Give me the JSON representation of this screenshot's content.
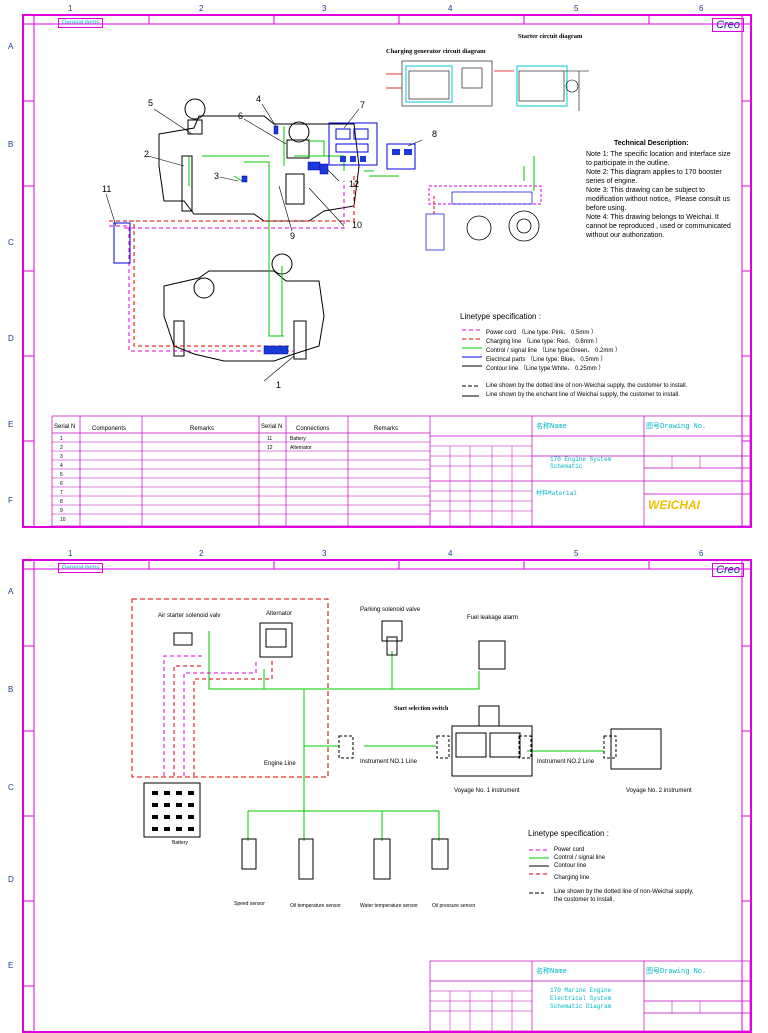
{
  "frame": {
    "columns": [
      "1",
      "2",
      "3",
      "4",
      "5",
      "6"
    ],
    "rows_top": [
      "A",
      "B",
      "C",
      "D",
      "E",
      "F"
    ],
    "rows_bottom": [
      "A",
      "B",
      "C",
      "D",
      "E"
    ],
    "brand": "Creo",
    "general_note": "General items"
  },
  "sheet1": {
    "charging_title": "Charging generator circuit diagram",
    "starter_title": "Starter circuit diagram",
    "tech_heading": "Technical Description:",
    "notes": [
      "Note 1: The specific location and interface size",
      "to participate in the outline.",
      "Note 2: This diagram applies to 170 booster",
      "series of engine.",
      "Note 3: This drawing can be subject to",
      "modification without notice。Please consult us",
      "before using.",
      "Note 4: This drawing belongs to Weichai. It",
      "cannot be reproduced , used or communicated",
      "without our authorization."
    ],
    "callouts": [
      "1",
      "2",
      "3",
      "4",
      "5",
      "6",
      "7",
      "8",
      "9",
      "10",
      "11",
      "12"
    ],
    "linetype_title": "Linetype specification :",
    "linetypes": [
      {
        "label": "Power cord （Line type: Pink、 0.5mm ）",
        "color": "#e000e0",
        "dash": "4,3"
      },
      {
        "label": "Charging line （Line type: Red、 0.8mm ）",
        "color": "#e00000",
        "dash": "4,3"
      },
      {
        "label": "Control / signal line （Line type:Green、 0.2mm ）",
        "color": "#00c800",
        "dash": ""
      },
      {
        "label": "Electrical parts （Line type: Blue、 0.5mm ）",
        "color": "#0000e0",
        "dash": ""
      },
      {
        "label": "Contour line （Line type:White、 0.25mm ）",
        "color": "#000000",
        "dash": ""
      }
    ],
    "supply_notes": [
      "Line shown by the dotted line of non-Weichai supply, the customer to install.",
      "Line shown by the enchant line of Weichai supply, the customer to install."
    ],
    "table_headers": [
      "Serial N",
      "Components",
      "Remarks",
      "Serial N",
      "Connections",
      "Remarks"
    ],
    "rows": [
      [
        "1",
        "",
        "",
        "11",
        "Battery",
        ""
      ],
      [
        "2",
        "",
        "",
        "12",
        "Alternator",
        ""
      ],
      [
        "3",
        "",
        "",
        "",
        "",
        ""
      ],
      [
        "4",
        "",
        "",
        "",
        "",
        ""
      ],
      [
        "5",
        "",
        "",
        "",
        "",
        ""
      ],
      [
        "6",
        "",
        "",
        "",
        "",
        ""
      ],
      [
        "7",
        "",
        "",
        "",
        "",
        ""
      ],
      [
        "8",
        "",
        "",
        "",
        "",
        ""
      ],
      [
        "9",
        "",
        "",
        "",
        "",
        ""
      ],
      [
        "10",
        "",
        "",
        "",
        "",
        ""
      ]
    ],
    "title_block": {
      "name_label": "名称Name",
      "drawing_no_label": "图号Drawing No.",
      "title": "170 Engine System Schematic",
      "material_label": "材料Material",
      "logo": "WEICHAI"
    }
  },
  "sheet2": {
    "components": {
      "air_starter": "Air starter solenoid valv",
      "alternator": "Alternator",
      "parking": "Parking solenoid valve",
      "fuel_leak": "Fuel leakage alarm",
      "start_switch": "Start selection switch",
      "engine_line": "Engine Line",
      "instr1_line": "Instrument NO.1 Line",
      "instr2_line": "Instrument NO.2 Line",
      "voyage1": "Voyage No. 1 instrument",
      "voyage2": "Voyage No. 2 instrument",
      "battery": "Battery",
      "speed": "Speed sensor",
      "oil_temp": "Oil temperature sensor",
      "water_temp": "Water temperature sensor",
      "oil_press": "Oil pressure sensor"
    },
    "linetype_title": "Linetype specification :",
    "linetypes": [
      {
        "label": "Power cord",
        "color": "#e000e0",
        "dash": "4,3"
      },
      {
        "label": "Control / signal line",
        "color": "#00c800",
        "dash": ""
      },
      {
        "label": "Contour line",
        "color": "#000000",
        "dash": ""
      },
      {
        "label": "Charging line",
        "color": "#e00000",
        "dash": "4,3"
      }
    ],
    "supply_note_1": "Line shown by the dotted line of non-Weichai supply,",
    "supply_note_2": "the customer to install.",
    "title_block": {
      "name_label": "名称Name",
      "drawing_no_label": "图号Drawing No.",
      "title_1": "170 Marine Engine",
      "title_2": "Electrical System",
      "title_3": "Schematic Diagram"
    }
  }
}
